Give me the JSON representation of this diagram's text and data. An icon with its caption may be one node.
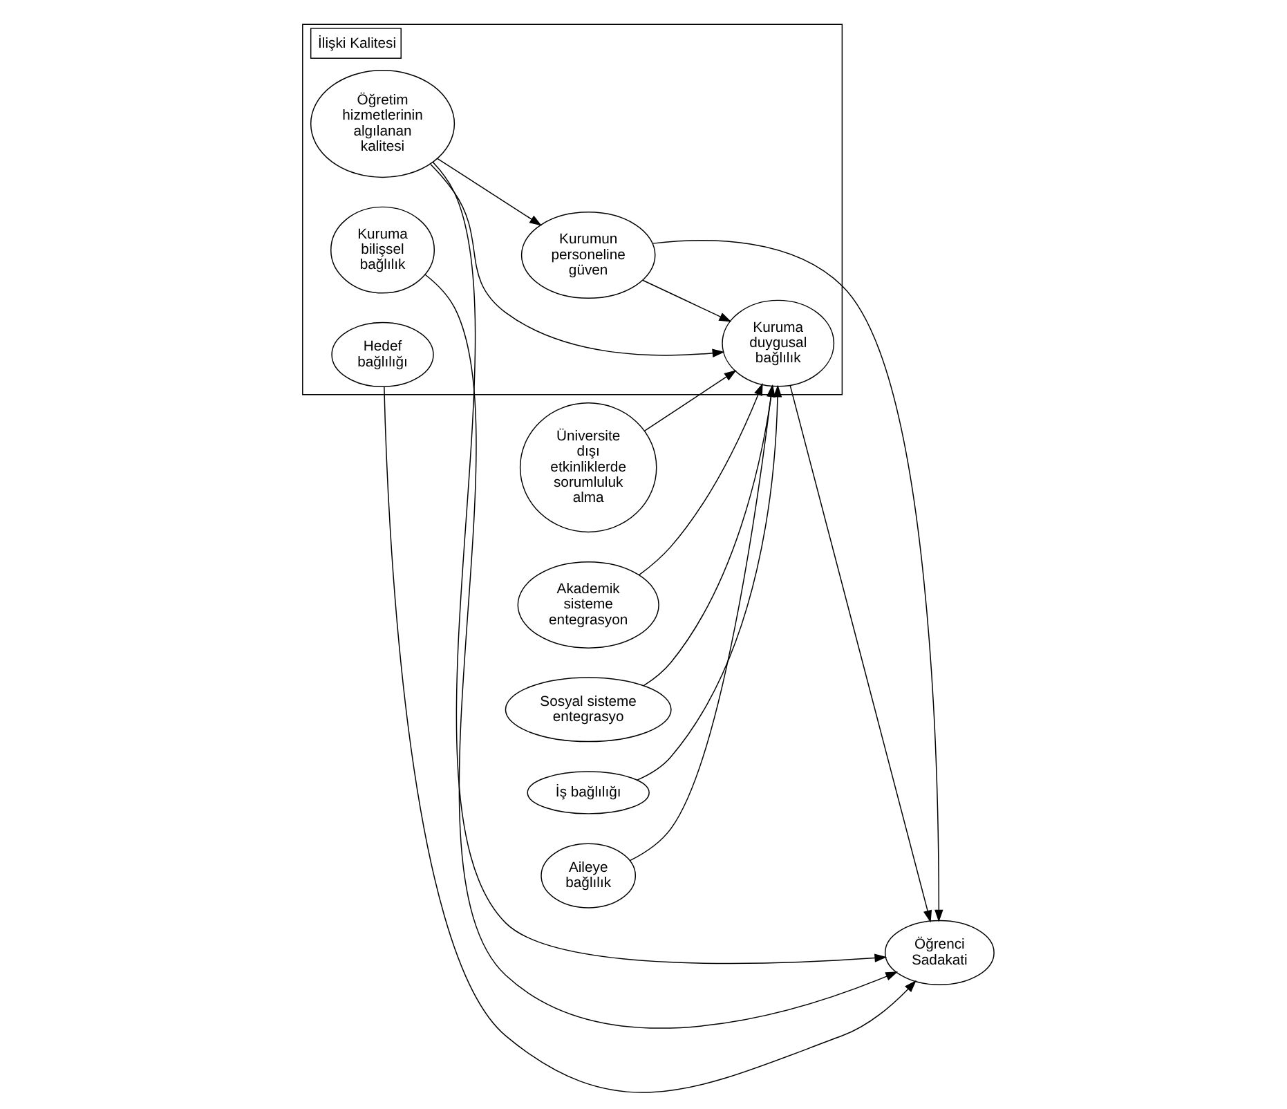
{
  "diagram": {
    "nodes": [
      {
        "text": [
          "İlişki Kalitesi"
        ]
      },
      {
        "text": [
          "Öğretim hizmetlerinin algılanan kalitesi"
        ],
        "in": 0
      },
      {
        "text": [
          "Kurumun personeline güven"
        ],
        "in": 0
      },
      {
        "text": [
          "Öğrenci Sadakati"
        ]
      },
      {
        "text": [
          "Kuruma bilişsel bağlılık"
        ],
        "in": 0
      },
      {
        "text": [
          "Kuruma duygusal bağlılık"
        ],
        "in": 0
      },
      {
        "text": [
          "Hedef bağlılığı"
        ],
        "in": 0
      },
      {
        "text": [
          "Üniversite dışı etkinliklerde sorumluluk alma"
        ]
      },
      {
        "text": [
          "Akademik sisteme entegrasyon"
        ]
      },
      {
        "text": [
          "Sosyal sisteme entegrasyo"
        ]
      },
      {
        "text": [
          "İş bağlılığı"
        ]
      },
      {
        "text": [
          "Aileye bağlılık"
        ]
      }
    ],
    "edges": [
      {
        "from": 1,
        "to": 2,
        "arrow": "to"
      },
      {
        "from": 2,
        "to": 3,
        "arrow": "to"
      },
      {
        "from": 1,
        "to": 3,
        "arrow": "to"
      },
      {
        "from": 1,
        "to": 5,
        "arrow": "to"
      },
      {
        "from": 2,
        "to": 5,
        "arrow": "to"
      },
      {
        "from": 4,
        "to": 3,
        "arrow": "to"
      },
      {
        "from": 5,
        "to": 3,
        "arrow": "to"
      },
      {
        "from": 6,
        "to": 3,
        "arrow": "to"
      },
      {
        "from": 7,
        "to": 5,
        "arrow": "to"
      },
      {
        "from": 8,
        "to": 5,
        "arrow": "to"
      },
      {
        "from": 9,
        "to": 5,
        "arrow": "to"
      },
      {
        "from": 10,
        "to": 5,
        "arrow": "to"
      },
      {
        "from": 11,
        "to": 5,
        "arrow": "to"
      }
    ]
  }
}
